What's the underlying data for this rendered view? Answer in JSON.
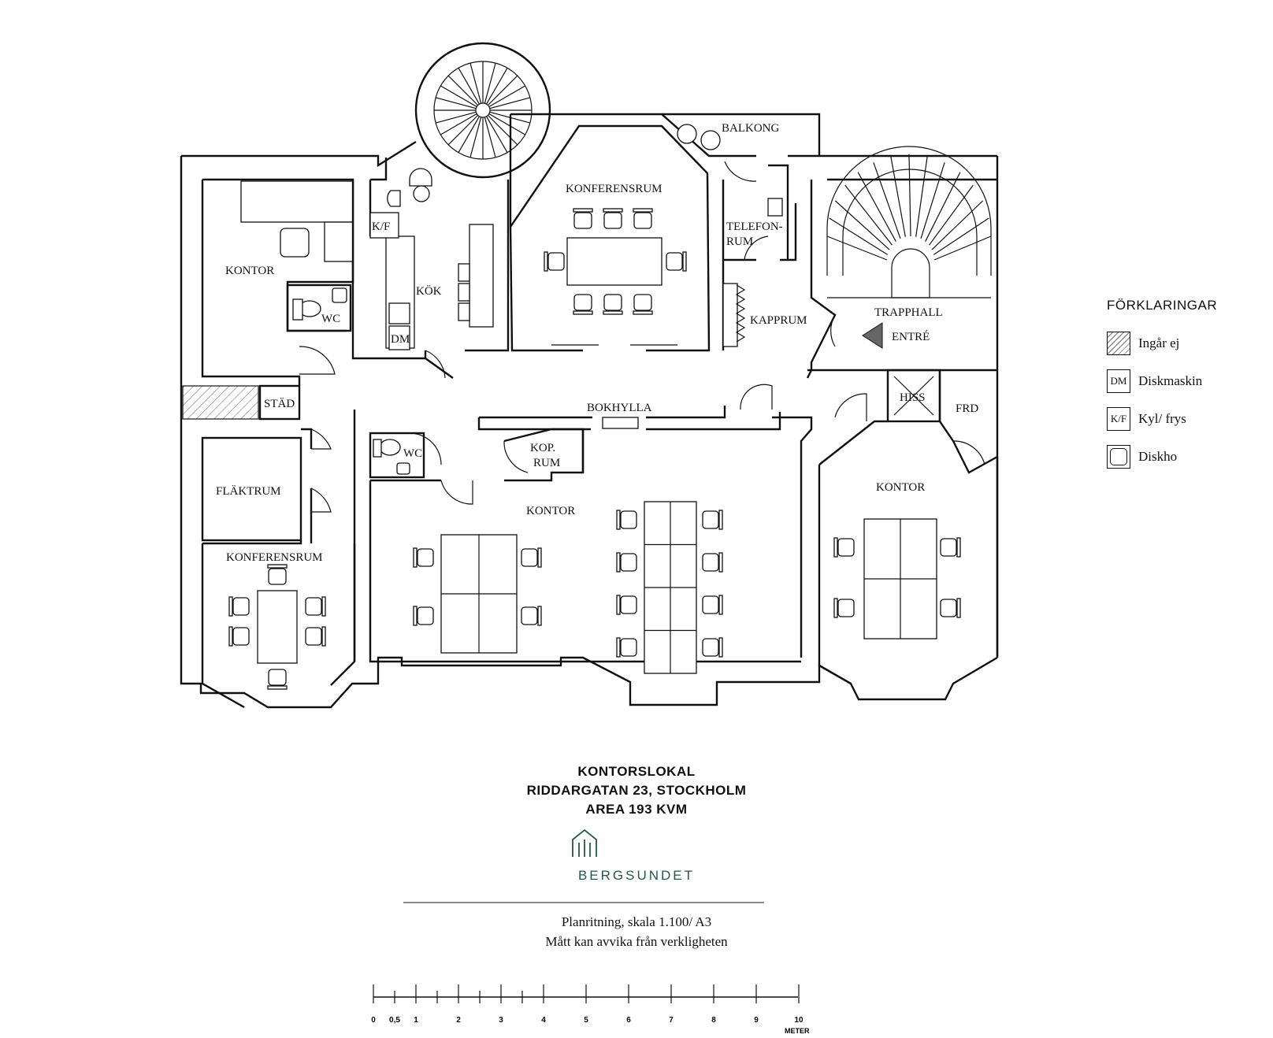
{
  "rooms": {
    "kontor_nw": "KONTOR",
    "wc_1": "WC",
    "kok": "KÖK",
    "kf": "K/F",
    "dm": "DM",
    "konferensrum_top": "KONFERENSRUM",
    "balkong": "BALKONG",
    "telefonrum_1": "TELEFON-",
    "telefonrum_2": "RUM",
    "kapprum": "KAPPRUM",
    "trapphall": "TRAPPHALL",
    "entre": "ENTRÉ",
    "stad": "STÄD",
    "bokhylla": "BOKHYLLA",
    "hiss": "HISS",
    "frd": "FRD",
    "wc_2": "WC",
    "koprum_1": "KOP.",
    "koprum_2": "RUM",
    "flaktrum": "FLÄKTRUM",
    "kontor_center": "KONTOR",
    "kontor_east": "KONTOR",
    "konferensrum_sw": "KONFERENSRUM"
  },
  "title": {
    "line1": "KONTORSLOKAL",
    "line2": "RIDDARGATAN 23, STOCKHOLM",
    "line3": "AREA 193 KVM"
  },
  "brand": "BERGSUNDET",
  "brand_color": "#1f5a45",
  "subtitle": {
    "line1": "Planritning, skala 1.100/ A3",
    "line2": "Mått kan avvika från verkligheten"
  },
  "legend": {
    "title": "FÖRKLARINGAR",
    "items": [
      {
        "symbol": "",
        "icon": "hatch-icon",
        "label": "Ingår ej"
      },
      {
        "symbol": "DM",
        "icon": "dm-icon",
        "label": "Diskmaskin"
      },
      {
        "symbol": "K/F",
        "icon": "kf-icon",
        "label": "Kyl/ frys"
      },
      {
        "symbol": "",
        "icon": "sink-icon",
        "label": "Diskho"
      }
    ]
  },
  "scale": {
    "ticks": [
      "0",
      "0,5",
      "1",
      "2",
      "3",
      "4",
      "5",
      "6",
      "7",
      "8",
      "9",
      "10"
    ],
    "unit": "METER"
  }
}
